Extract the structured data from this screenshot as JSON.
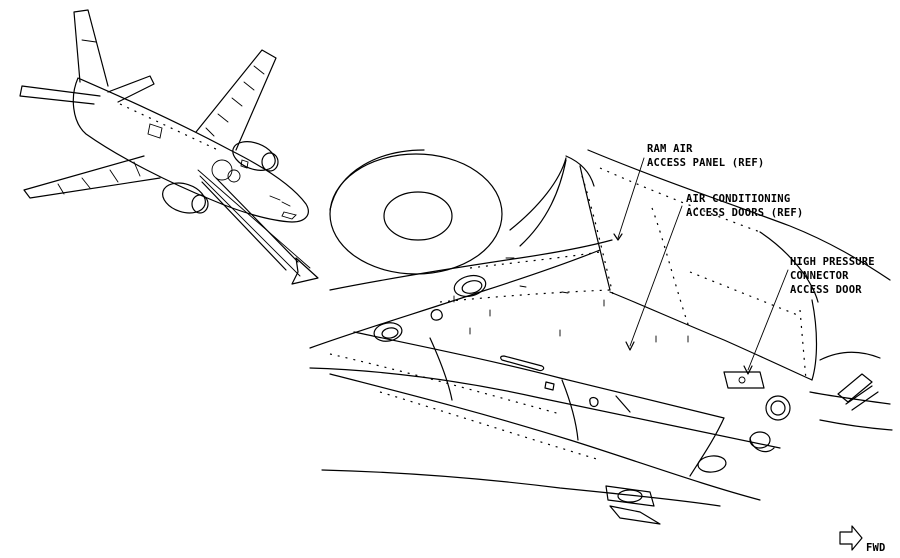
{
  "callouts": {
    "ram_air": [
      "RAM AIR",
      "ACCESS PANEL (REF)"
    ],
    "air_conditioning": [
      "AIR CONDITIONING",
      "ACCESS DOORS (REF)"
    ],
    "high_pressure": [
      "HIGH PRESSURE",
      "CONNECTOR",
      "ACCESS DOOR"
    ],
    "forward": "FWD"
  }
}
